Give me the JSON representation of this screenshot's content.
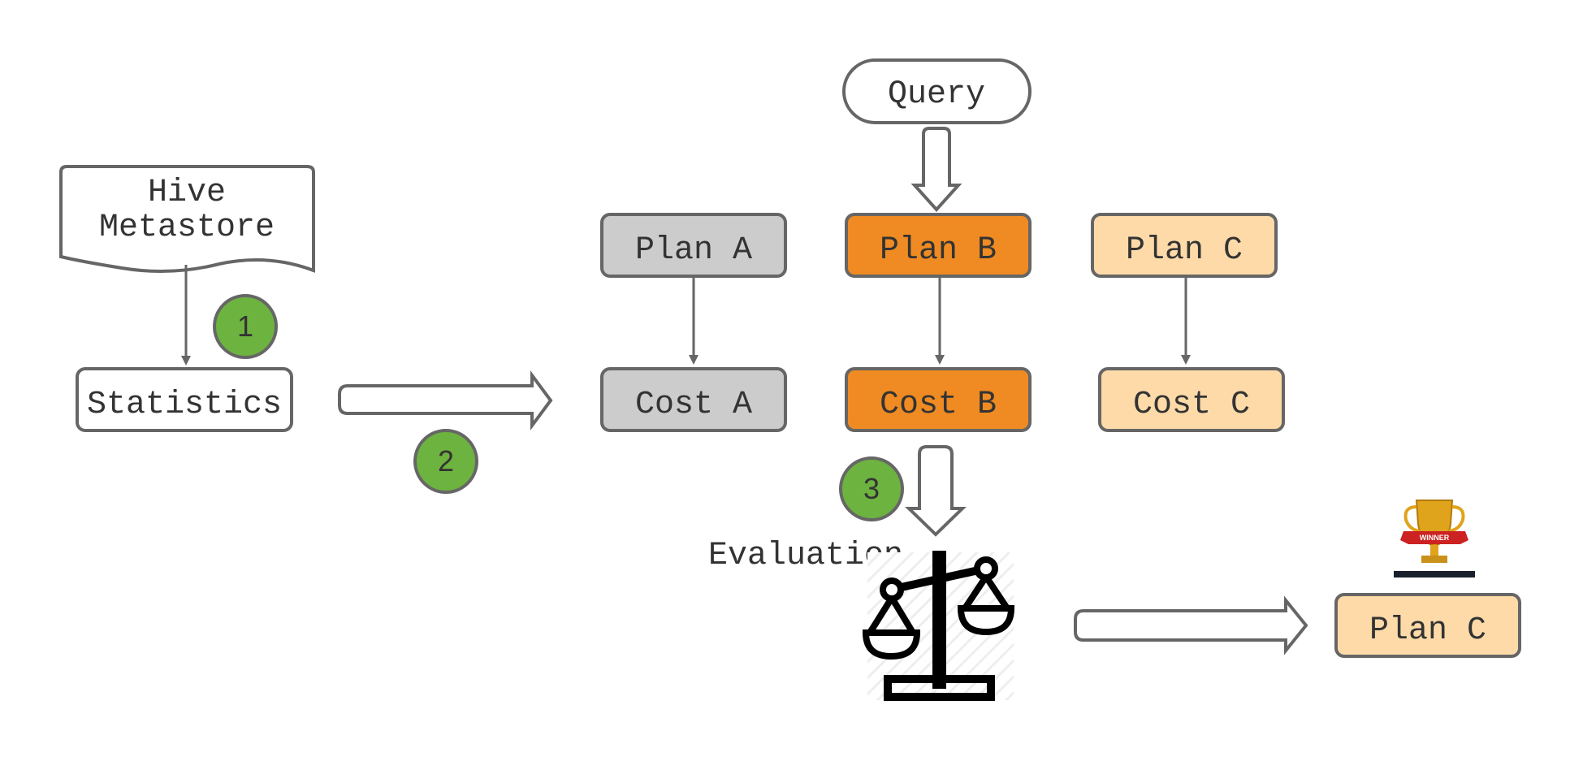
{
  "colors": {
    "stroke": "#666666",
    "gray_fill": "#cccccc",
    "orange_fill": "#ef8b22",
    "light_orange_fill": "#fddaa8",
    "step_badge": "#6db33f",
    "text": "#333333",
    "trophy_gold": "#e0a31c",
    "trophy_ribbon": "#cc2222"
  },
  "nodes": {
    "metastore": {
      "line1": "Hive",
      "line2": "Metastore"
    },
    "statistics": "Statistics",
    "query": "Query",
    "plan_a": "Plan A",
    "plan_b": "Plan B",
    "plan_c": "Plan C",
    "cost_a": "Cost A",
    "cost_b": "Cost B",
    "cost_c": "Cost C",
    "evaluation": "Evaluation",
    "winner_plan": "Plan C"
  },
  "steps": [
    "1",
    "2",
    "3"
  ],
  "icons": {
    "scale": "balance-scale-icon",
    "trophy": "winner-trophy-icon"
  },
  "trophy_ribbon_text": "WINNER"
}
